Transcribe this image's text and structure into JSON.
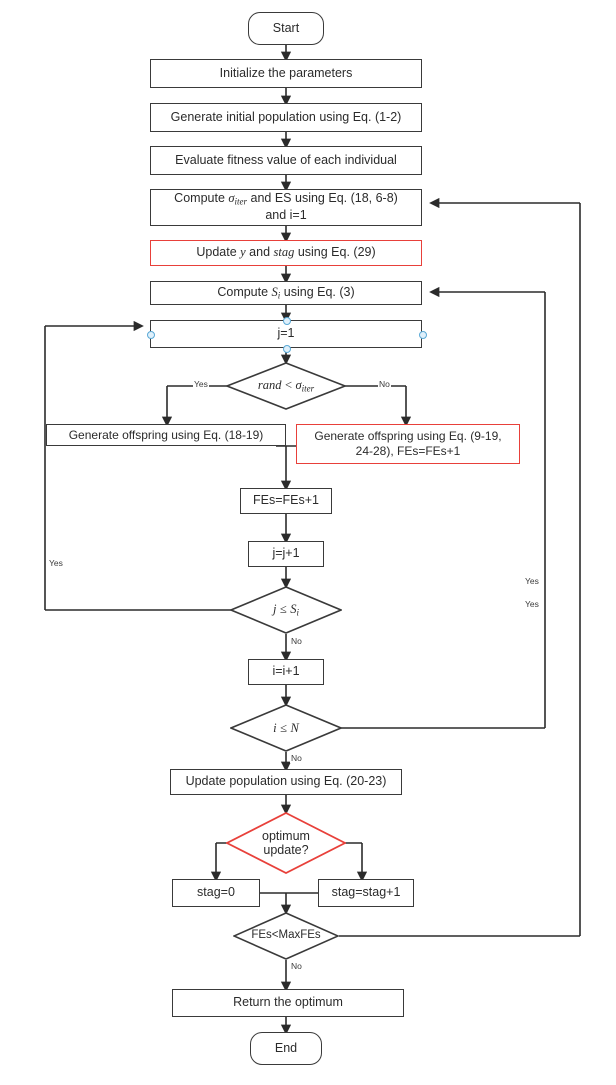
{
  "diagram": {
    "title": "Algorithm flowchart",
    "colors": {
      "stroke": "#3a3a3a",
      "highlight": "#e8403a",
      "handle": "#5aa9d6",
      "background": "#ffffff"
    }
  },
  "nodes": {
    "start": {
      "label": "Start",
      "shape": "terminator"
    },
    "init": {
      "label": "Initialize the parameters",
      "shape": "process"
    },
    "gen_pop": {
      "label": "Generate initial population using Eq. (1-2)",
      "shape": "process"
    },
    "eval_fit": {
      "label": "Evaluate fitness value of each individual",
      "shape": "process"
    },
    "compute_sigma_line1": "Compute σiter and ES using Eq. (18, 6-8)",
    "compute_sigma_line2": "and i=1",
    "update_y": "Update y and stag using Eq. (29)",
    "compute_si": "Compute Si using Eq. (3)",
    "j_init": {
      "label": "j=1",
      "shape": "process"
    },
    "rand_cmp": {
      "label": "rand < σiter",
      "shape": "decision"
    },
    "offspring_left": {
      "label": "Generate offspring using Eq. (18-19)",
      "shape": "process"
    },
    "offspring_right_line1": "Generate offspring using Eq. (9-19,",
    "offspring_right_line2": "24-28), FEs=FEs+1",
    "fes_inc": {
      "label": "FEs=FEs+1",
      "shape": "process"
    },
    "j_inc": {
      "label": "j=j+1",
      "shape": "process"
    },
    "j_le_si": {
      "label": "j ≤ Si",
      "shape": "decision"
    },
    "i_inc": {
      "label": "i=i+1",
      "shape": "process"
    },
    "i_le_n": {
      "label": "i ≤ N",
      "shape": "decision"
    },
    "update_pop": {
      "label": "Update population using Eq. (20-23)",
      "shape": "process"
    },
    "optimum_update_line1": "optimum",
    "optimum_update_line2": "update?",
    "stag_zero": {
      "label": "stag=0",
      "shape": "process"
    },
    "stag_inc": {
      "label": "stag=stag+1",
      "shape": "process"
    },
    "fes_max": {
      "label": "FEs<MaxFEs",
      "shape": "decision"
    },
    "return_opt": {
      "label": "Return the optimum",
      "shape": "process"
    },
    "end": {
      "label": "End",
      "shape": "terminator"
    }
  },
  "edge_labels": {
    "rand_yes": "Yes",
    "rand_no": "No",
    "j_loop_yes": "Yes",
    "j_le_si_no": "No",
    "i_le_n_yes": "Yes",
    "i_le_n_no": "No",
    "fes_max_yes": "Yes",
    "fes_max_no": "No"
  }
}
